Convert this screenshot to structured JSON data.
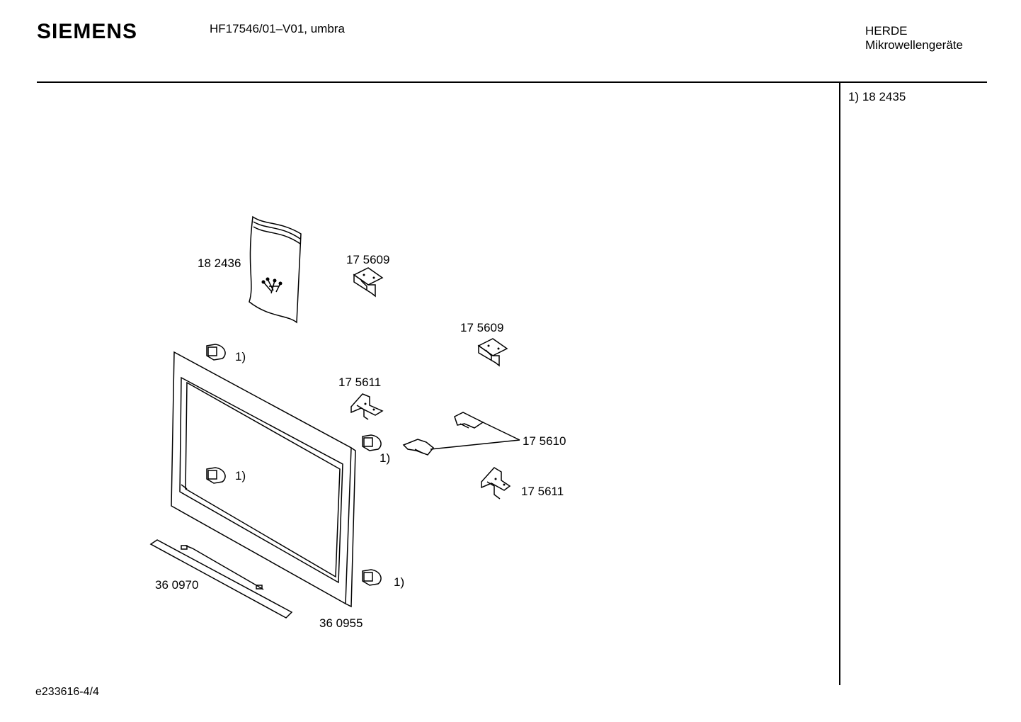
{
  "header": {
    "brand": "SIEMENS",
    "model": "HF17546/01–V01, umbra",
    "category_line1": "HERDE",
    "category_line2": "Mikrowellengeräte"
  },
  "sidebar": {
    "footnote": "1)  18 2435"
  },
  "footer": {
    "doc_id": "e233616-4/4"
  },
  "parts": {
    "bag": "18 2436",
    "bracket_top": "17 5609",
    "bracket_mid": "17 5609",
    "hinge_upper": "17 5611",
    "hinge_lower": "17 5611",
    "latch_pair": "17 5610",
    "strip": "36 0970",
    "frame": "36 0955",
    "clip_note_1": "1)",
    "clip_note_2": "1)",
    "clip_note_3": "1)",
    "clip_note_4": "1)"
  }
}
